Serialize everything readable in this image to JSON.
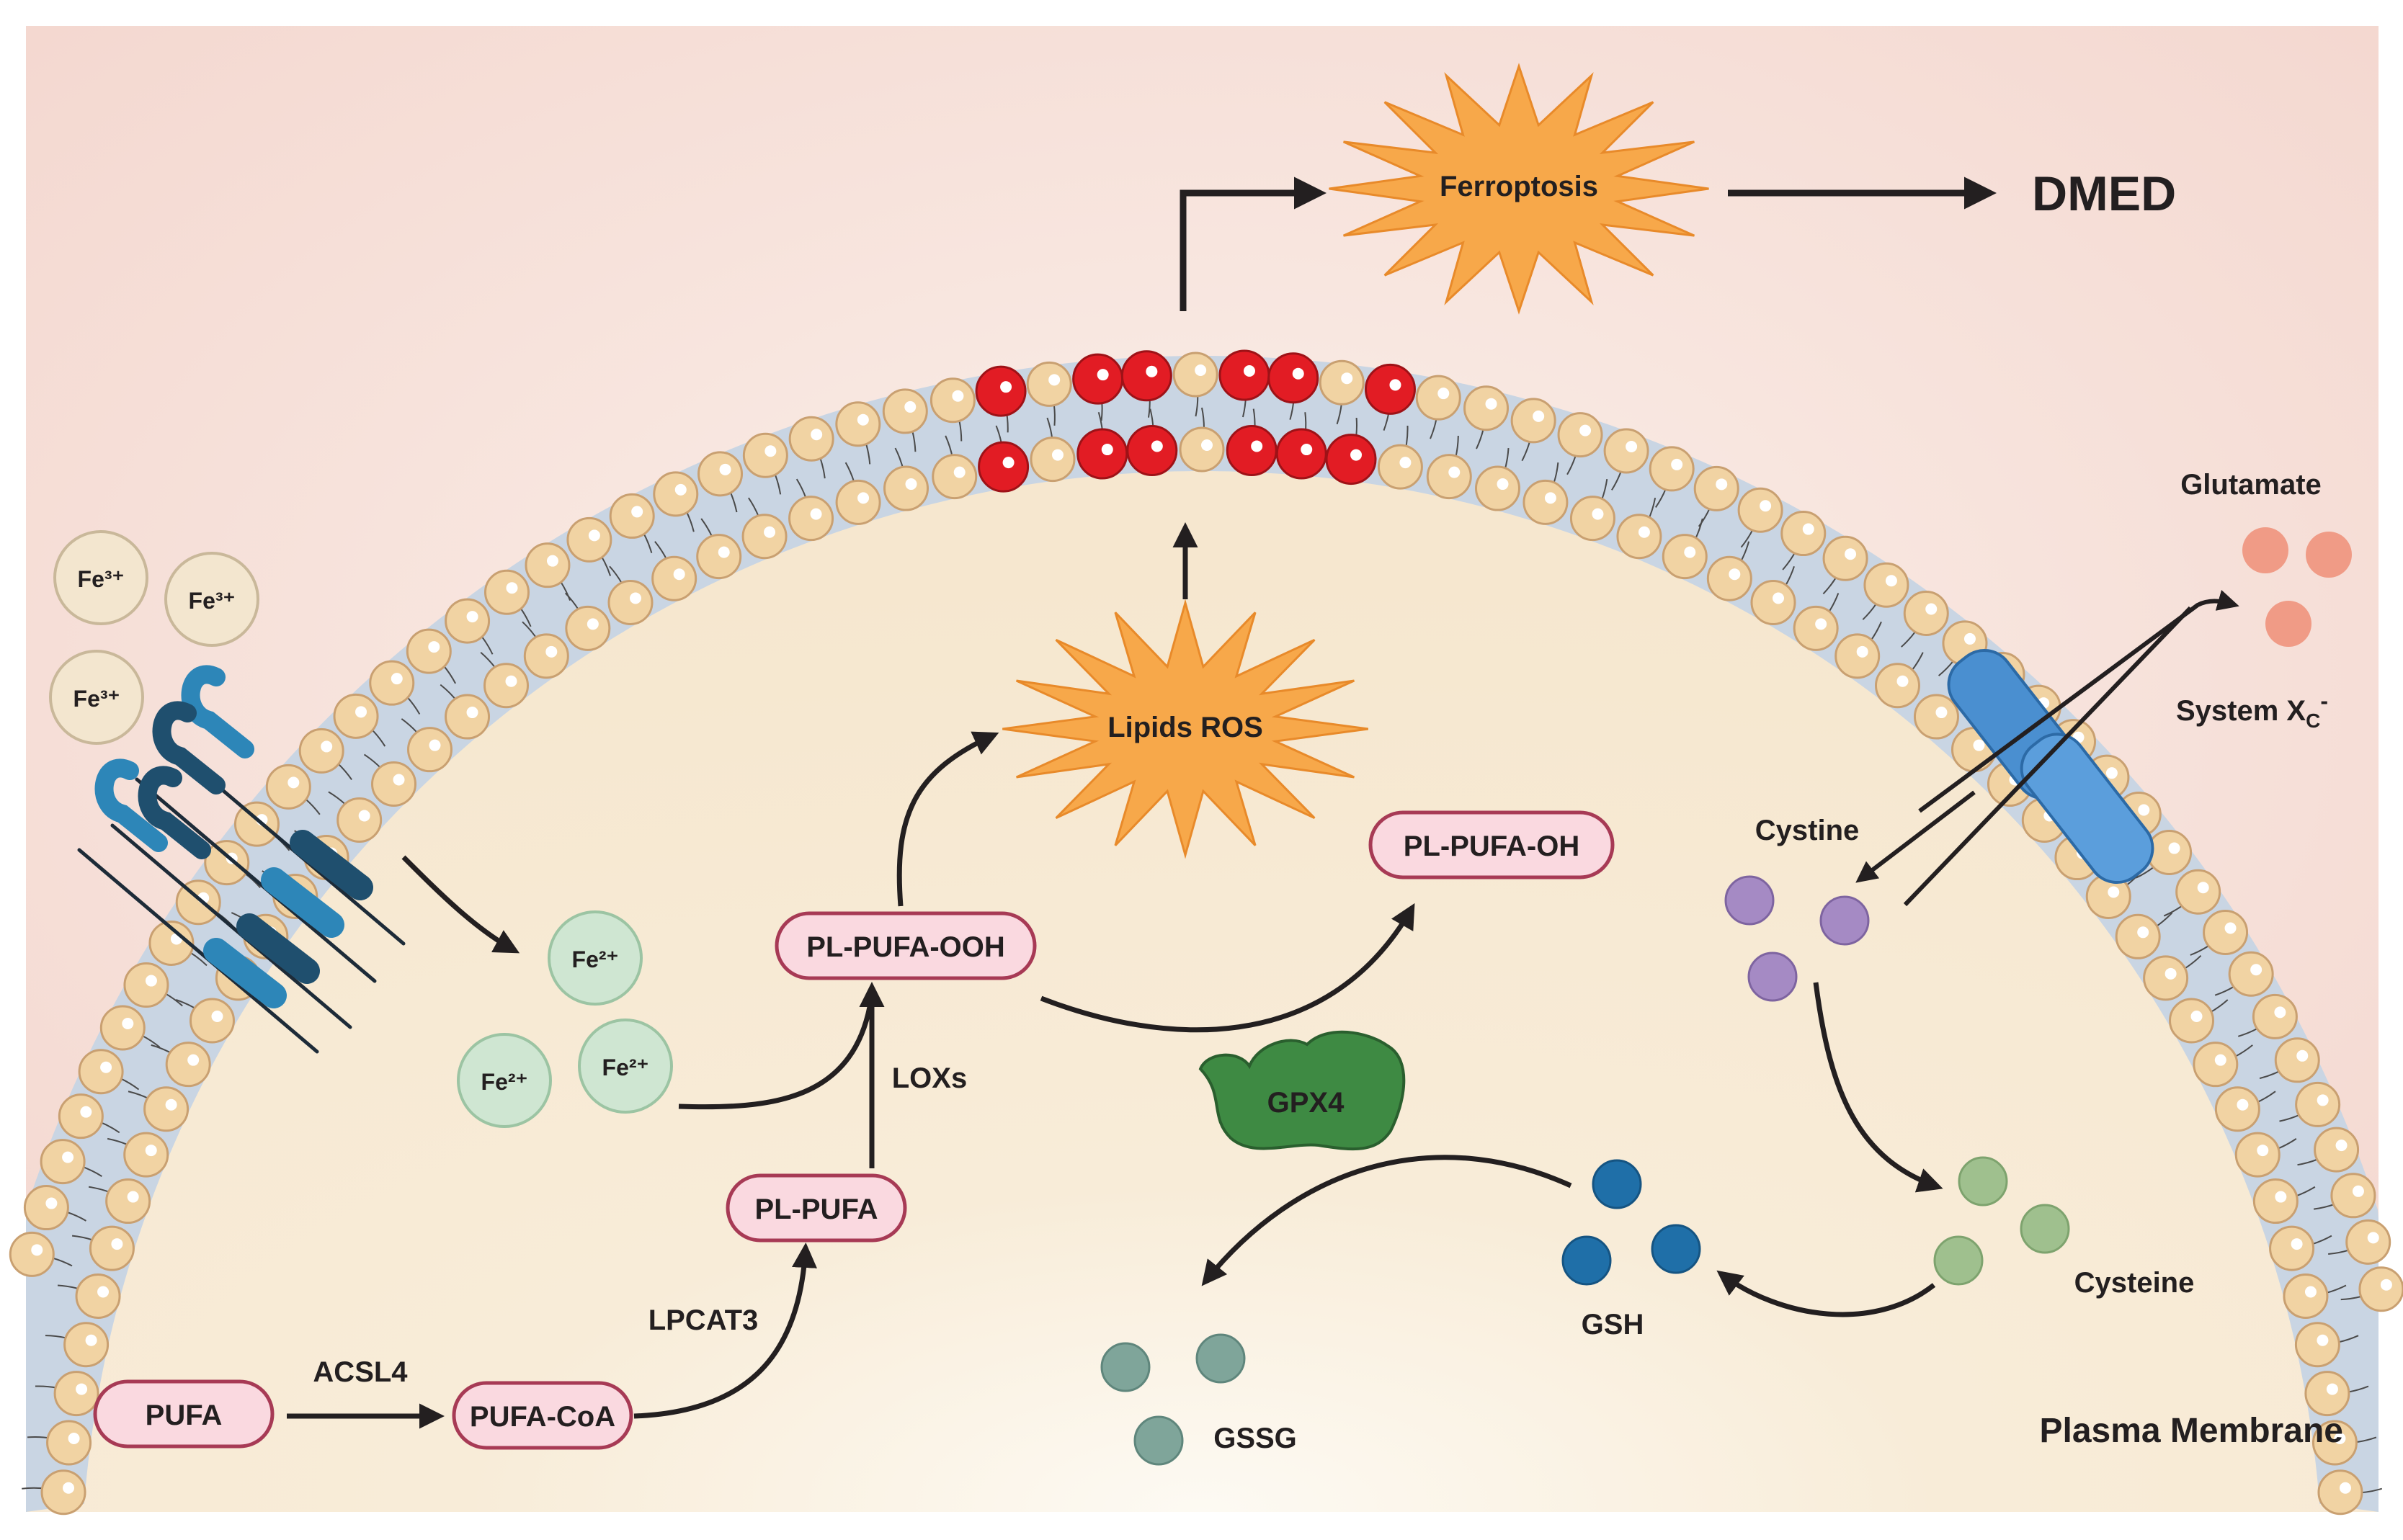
{
  "colors": {
    "outside_bg": "#f4d9d3",
    "cytoplasm": "#f8ecd8",
    "membrane_band": "#c9d5e3",
    "lipid_head": "#f1d3a3",
    "lipid_head_stroke": "#c9a071",
    "oxidized_head": "#e21c24",
    "starburst": "#f7a84a",
    "fe3": "#f3e6cf",
    "fe2": "#cfe6d2",
    "pill_fill": "#fad9e0",
    "pill_stroke": "#a73a55",
    "gpx4": "#3e8a43",
    "transporter": "#4a8fd0",
    "glutamate": "#f09b86",
    "cystine": "#a58ac4",
    "cysteine": "#9fc08e",
    "gsh": "#1f6fa8",
    "gssg": "#7fa59a",
    "arrow": "#231f20",
    "receptor_dark": "#1f4f6e",
    "receptor_light": "#2d86b8"
  },
  "labels": {
    "ferroptosis": "Ferroptosis",
    "dmed": "DMED",
    "lipids_ros": "Lipids ROS",
    "glutamate": "Glutamate",
    "system_xc": "System X",
    "system_xc_sub": "C",
    "system_xc_sup": "-",
    "cystine": "Cystine",
    "cysteine": "Cysteine",
    "gsh": "GSH",
    "gssg": "GSSG",
    "gpx4": "GPX4",
    "plasma_membrane": "Plasma Membrane",
    "acsl4": "ACSL4",
    "lpcat3": "LPCAT3",
    "loxs": "LOXs"
  },
  "pills": {
    "pufa": "PUFA",
    "pufa_coa": "PUFA-CoA",
    "pl_pufa": "PL-PUFA",
    "pl_pufa_ooh": "PL-PUFA-OOH",
    "pl_pufa_oh": "PL-PUFA-OH"
  },
  "iron": {
    "fe3": [
      "Fe³⁺",
      "Fe³⁺",
      "Fe³⁺"
    ],
    "fe2": [
      "Fe²⁺",
      "Fe²⁺",
      "Fe²⁺"
    ]
  }
}
